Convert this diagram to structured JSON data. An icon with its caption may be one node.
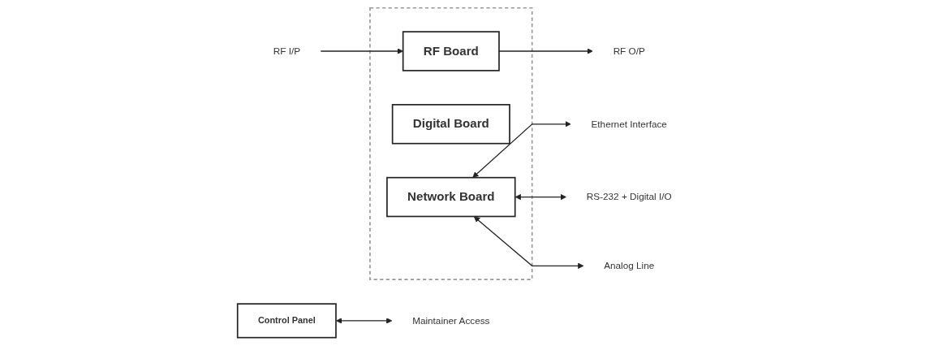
{
  "diagram": {
    "nodes": [
      {
        "text": [],
        "shape": "box"
      },
      {
        "text": [
          "RF Board"
        ],
        "in": 0
      },
      {
        "text": [
          "Digital Board"
        ],
        "in": 0
      },
      {
        "text": [
          "Network Board"
        ],
        "in": 0
      },
      {
        "text": [
          "Control Panel"
        ]
      },
      {
        "text": [
          "RF I/P"
        ]
      },
      {
        "text": [
          "RF O/P"
        ]
      },
      {
        "text": [
          "Ethernet Interface"
        ]
      },
      {
        "text": [
          "RS-232 + Digital I/O"
        ]
      },
      {
        "text": [
          "Analog Line"
        ]
      },
      {
        "text": [
          "Maintainer Access"
        ]
      }
    ],
    "edges": [
      {
        "from": 5,
        "to": 1,
        "arrow": "to"
      },
      {
        "from": 1,
        "to": 6,
        "arrow": "to"
      },
      {
        "from": 3,
        "to": 7,
        "arrow": "both"
      },
      {
        "from": 3,
        "to": 8,
        "arrow": "both"
      },
      {
        "from": 3,
        "to": 9,
        "arrow": "both"
      },
      {
        "from": 4,
        "to": 10,
        "arrow": "both"
      }
    ]
  }
}
